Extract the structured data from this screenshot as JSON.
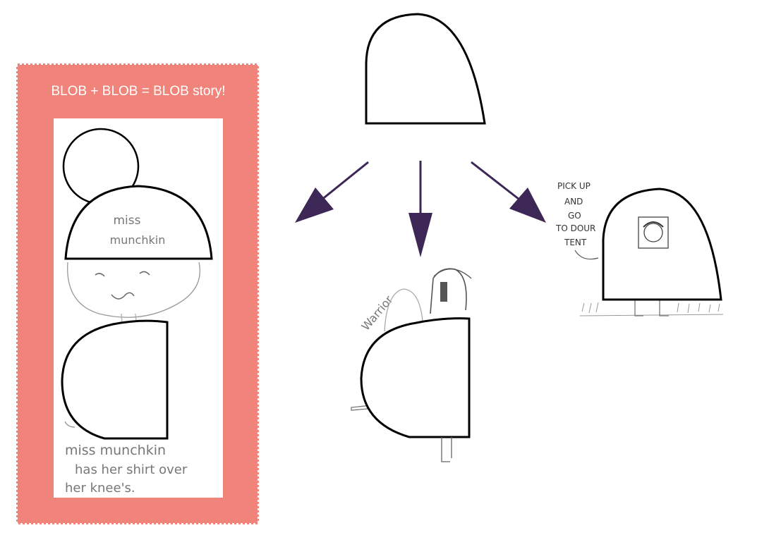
{
  "panel": {
    "title": "BLOB + BLOB = BLOB story!",
    "background_color": "#f0837a",
    "caption_lines": [
      "miss munchkin",
      "has her shirt over",
      "her knee's."
    ],
    "blob_label_lines": [
      "miss",
      "munchkin"
    ]
  },
  "branches": {
    "arrow_color": "#3d2756",
    "left": {
      "label": ""
    },
    "middle": {
      "label": "Warrior"
    },
    "right": {
      "label_lines": [
        "PICK UP",
        "AND",
        "GO",
        "TO DOUR",
        "TENT"
      ]
    }
  }
}
